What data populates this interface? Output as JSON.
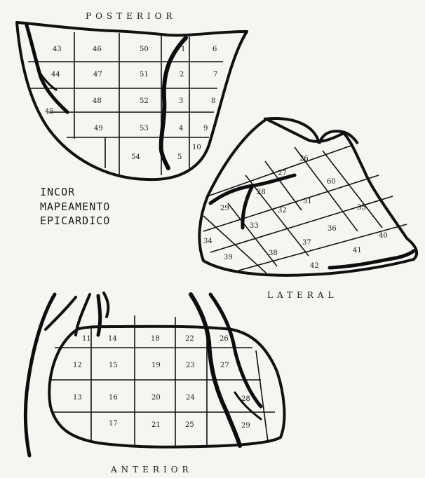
{
  "views": {
    "posterior": {
      "label": "POSTERIOR",
      "segments": [
        "43",
        "46",
        "50",
        "1",
        "6",
        "44",
        "47",
        "51",
        "2",
        "7",
        "45",
        "48",
        "52",
        "3",
        "8",
        "49",
        "53",
        "4",
        "9",
        "10",
        "54",
        "5"
      ]
    },
    "lateral": {
      "label": "LATERAL",
      "segments": [
        "26",
        "27",
        "60",
        "28",
        "31",
        "29",
        "32",
        "35",
        "33",
        "36",
        "40",
        "34",
        "37",
        "39",
        "38",
        "41",
        "42"
      ]
    },
    "anterior": {
      "label": "ANTERIOR",
      "segments": [
        "11",
        "14",
        "18",
        "22",
        "26",
        "12",
        "15",
        "19",
        "23",
        "27",
        "13",
        "16",
        "20",
        "24",
        "28",
        "17",
        "21",
        "25",
        "29"
      ]
    }
  },
  "caption": {
    "line1": "INCOR",
    "line2": "MAPEAMENTO",
    "line3": "EPICARDICO"
  }
}
